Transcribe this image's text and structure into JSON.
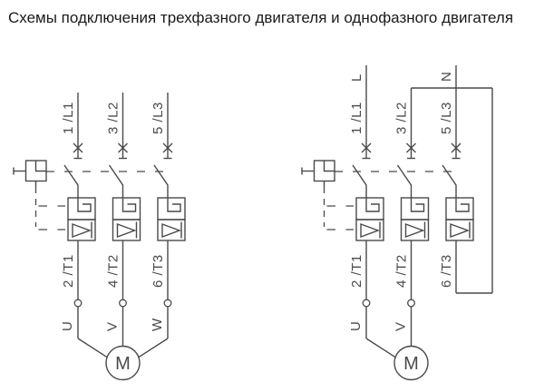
{
  "title": "Схемы подключения трехфазного двигателя и однофазного двигателя",
  "colors": {
    "line": "#4a4a4a",
    "title_text": "#1a1a1a",
    "background": "#ffffff"
  },
  "left_diagram": {
    "input_labels": [
      "1 /L1",
      "3 /L2",
      "5 /L3"
    ],
    "output_labels": [
      "2 /T1",
      "4 /T2",
      "6 /T3"
    ],
    "motor_terminals": [
      "U",
      "V",
      "W"
    ],
    "motor": "M"
  },
  "right_diagram": {
    "supply_labels": [
      "L",
      "N"
    ],
    "input_labels": [
      "1 /L1",
      "3 /L2",
      "5 /L3"
    ],
    "output_labels": [
      "2 /T1",
      "4 /T2",
      "6 /T3"
    ],
    "motor_terminals": [
      "U",
      "V"
    ],
    "motor": "M"
  }
}
